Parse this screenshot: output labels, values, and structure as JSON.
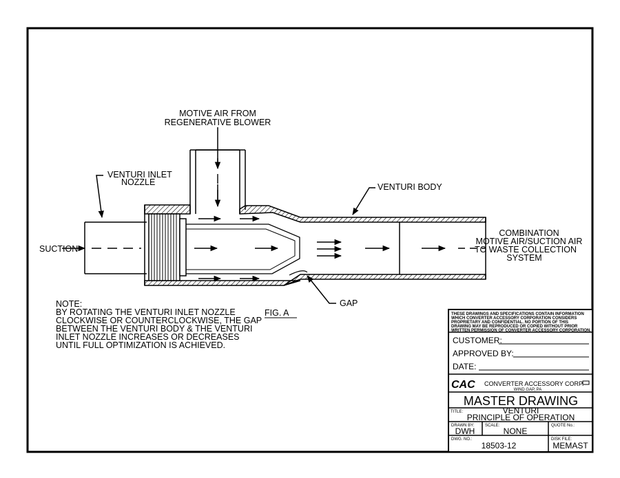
{
  "labels": {
    "motive_air_1": "MOTIVE AIR FROM",
    "motive_air_2": "REGENERATIVE BLOWER",
    "inlet_nozzle_1": "VENTURI INLET",
    "inlet_nozzle_2": "NOZZLE",
    "venturi_body": "VENTURI BODY",
    "suction": "SUCTION",
    "combination_1": "COMBINATION",
    "combination_2": "MOTIVE AIR/SUCTION AIR",
    "combination_3": "TO WASTE COLLECTION",
    "combination_4": "SYSTEM",
    "gap": "GAP",
    "fig": "FIG. A"
  },
  "note": {
    "title": "NOTE:",
    "lines": [
      "BY ROTATING THE VENTURI INLET NOZZLE",
      "CLOCKWISE OR COUNTERCLOCKWISE, THE GAP",
      "BETWEEN THE VENTURI BODY & THE VENTURI",
      "INLET NOZZLE INCREASES OR DECREASES",
      "UNTIL FULL OPTIMIZATION IS ACHIEVED."
    ]
  },
  "title_block": {
    "disclaimer": [
      "THESE DRAWINGS AND SPECIFICATIONS CONTAIN INFORMATION",
      "WHICH CONVERTER ACCESSORY CORPORATION CONSIDERS",
      "PROPRIETARY AND CONFIDENTIAL. NO PORTION OF THIS",
      "DRAWING MAY BE REPRODUCED OR COPIED WITHOUT PRIOR",
      "WRITTEN PERMISSION OF CONVERTER ACCESSORY CORPORATION."
    ],
    "customer_label": "CUSTOMER:",
    "approved_label": "APPROVED BY:",
    "date_label": "DATE:",
    "logo": "CAC",
    "company": "CONVERTER ACCESSORY CORP.",
    "location": "WIND GAP, PA",
    "drawing_type": "MASTER DRAWING",
    "title_label": "TITLE:",
    "title_line1": "VENTURI",
    "title_line2": "PRINCIPLE OF OPERATION",
    "drawn_by_label": "DRAWN BY:",
    "drawn_by": "DWH",
    "scale_label": "SCALE:",
    "scale": "NONE",
    "quote_label": "QUOTE No.:",
    "quote": "",
    "dwg_label": "DWG. NO.:",
    "dwg_no": "18503-12",
    "disk_label": "DISK FILE:",
    "disk_file": "MEMAST"
  }
}
